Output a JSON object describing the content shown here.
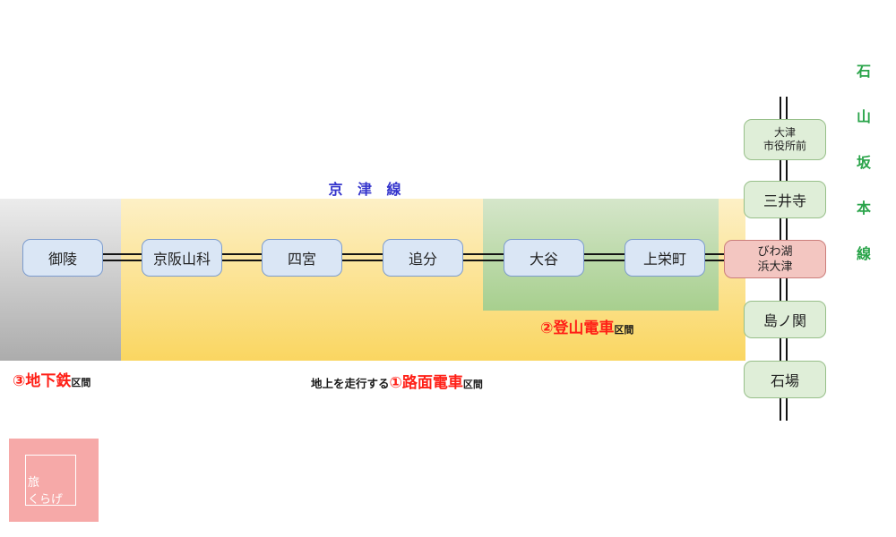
{
  "keishin_line": {
    "label": "京 津 線",
    "stations": [
      "御陵",
      "京阪山科",
      "四宮",
      "追分",
      "大谷",
      "上栄町"
    ]
  },
  "sakamoto_line": {
    "label_chars": [
      "石",
      "山",
      "坂",
      "本",
      "線"
    ],
    "stations": {
      "otsu_cityhall": {
        "line1": "大津",
        "line2": "市役所前"
      },
      "miidera": "三井寺",
      "hamaotsu": {
        "line1": "びわ湖",
        "line2": "浜大津"
      },
      "shimanoseki": "島ノ関",
      "ishiba": "石場"
    }
  },
  "section_labels": {
    "subway": {
      "red": "③地下鉄",
      "suffix": "区間"
    },
    "tram": {
      "prefix": "地上を走行する",
      "red": "①路面電車",
      "suffix": "区間"
    },
    "mountain": {
      "red": "②登山電車",
      "suffix": "区間"
    }
  },
  "logo": {
    "line1": "旅",
    "line2": "くらげ"
  },
  "colors": {
    "subway_zone_top": "#ececec",
    "subway_zone_bottom": "#acacac",
    "tram_zone_top": "#fdf0c6",
    "tram_zone_bottom": "#fad661",
    "mountain_zone_top": "#d5e6ca",
    "mountain_zone_bottom": "#a7cf8e",
    "station_blue_fill": "#dae6f5",
    "station_blue_border": "#7c9cce",
    "station_green_fill": "#dfeed8",
    "station_green_border": "#97bf89",
    "station_pink_fill": "#f3c6c1",
    "station_pink_border": "#cc7e7b",
    "keishin_text": "#3434cc",
    "sakamoto_text": "#2aa44a",
    "section_red_text": "#ff1f16",
    "logo_pink": "#f6a9a8"
  }
}
